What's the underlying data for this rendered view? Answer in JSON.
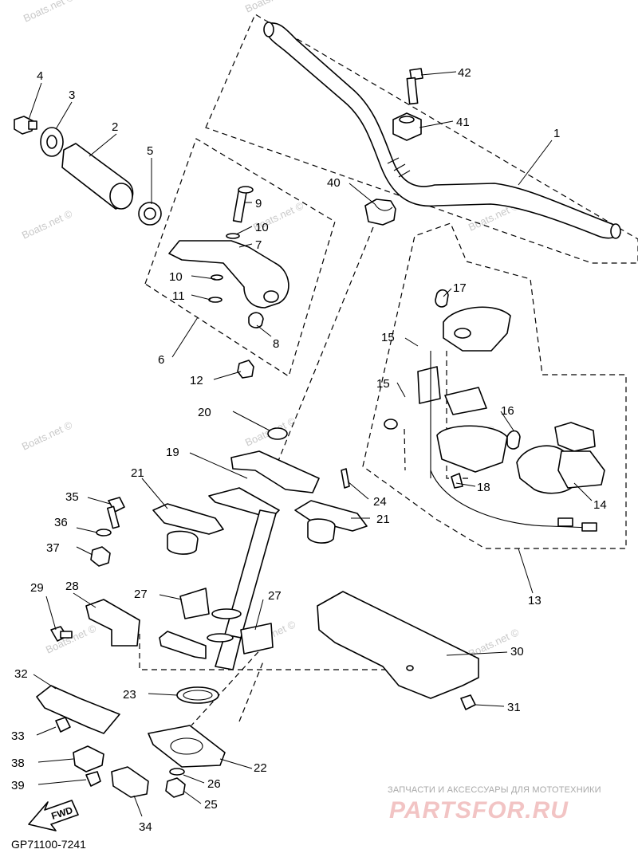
{
  "diagram_code": "GP71100-7241",
  "watermark_text": "Boats.net ©",
  "brand": {
    "tagline": "ЗАПЧАСТИ И АКСЕССУАРЫ ДЛЯ МОТОТЕХНИКИ",
    "logo_text": "PARTSFOR.RU"
  },
  "fwd_label": "FWD",
  "callouts": {
    "c1": "1",
    "c2": "2",
    "c3": "3",
    "c4": "4",
    "c5": "5",
    "c6": "6",
    "c7": "7",
    "c8": "8",
    "c9": "9",
    "c10a": "10",
    "c10b": "10",
    "c11": "11",
    "c12": "12",
    "c13": "13",
    "c14": "14",
    "c15a": "15",
    "c15b": "15",
    "c16": "16",
    "c17": "17",
    "c18": "18",
    "c19": "19",
    "c20": "20",
    "c21a": "21",
    "c21b": "21",
    "c22": "22",
    "c23": "23",
    "c24": "24",
    "c25": "25",
    "c26": "26",
    "c27a": "27",
    "c27b": "27",
    "c28": "28",
    "c29": "29",
    "c30": "30",
    "c31": "31",
    "c32": "32",
    "c33": "33",
    "c34": "34",
    "c35": "35",
    "c36": "36",
    "c37": "37",
    "c38": "38",
    "c39": "39",
    "c40": "40",
    "c41": "41",
    "c42": "42"
  },
  "colors": {
    "ink": "#000000",
    "watermark": "#c9c9c9",
    "brand_logo": "#f2c4c4"
  }
}
